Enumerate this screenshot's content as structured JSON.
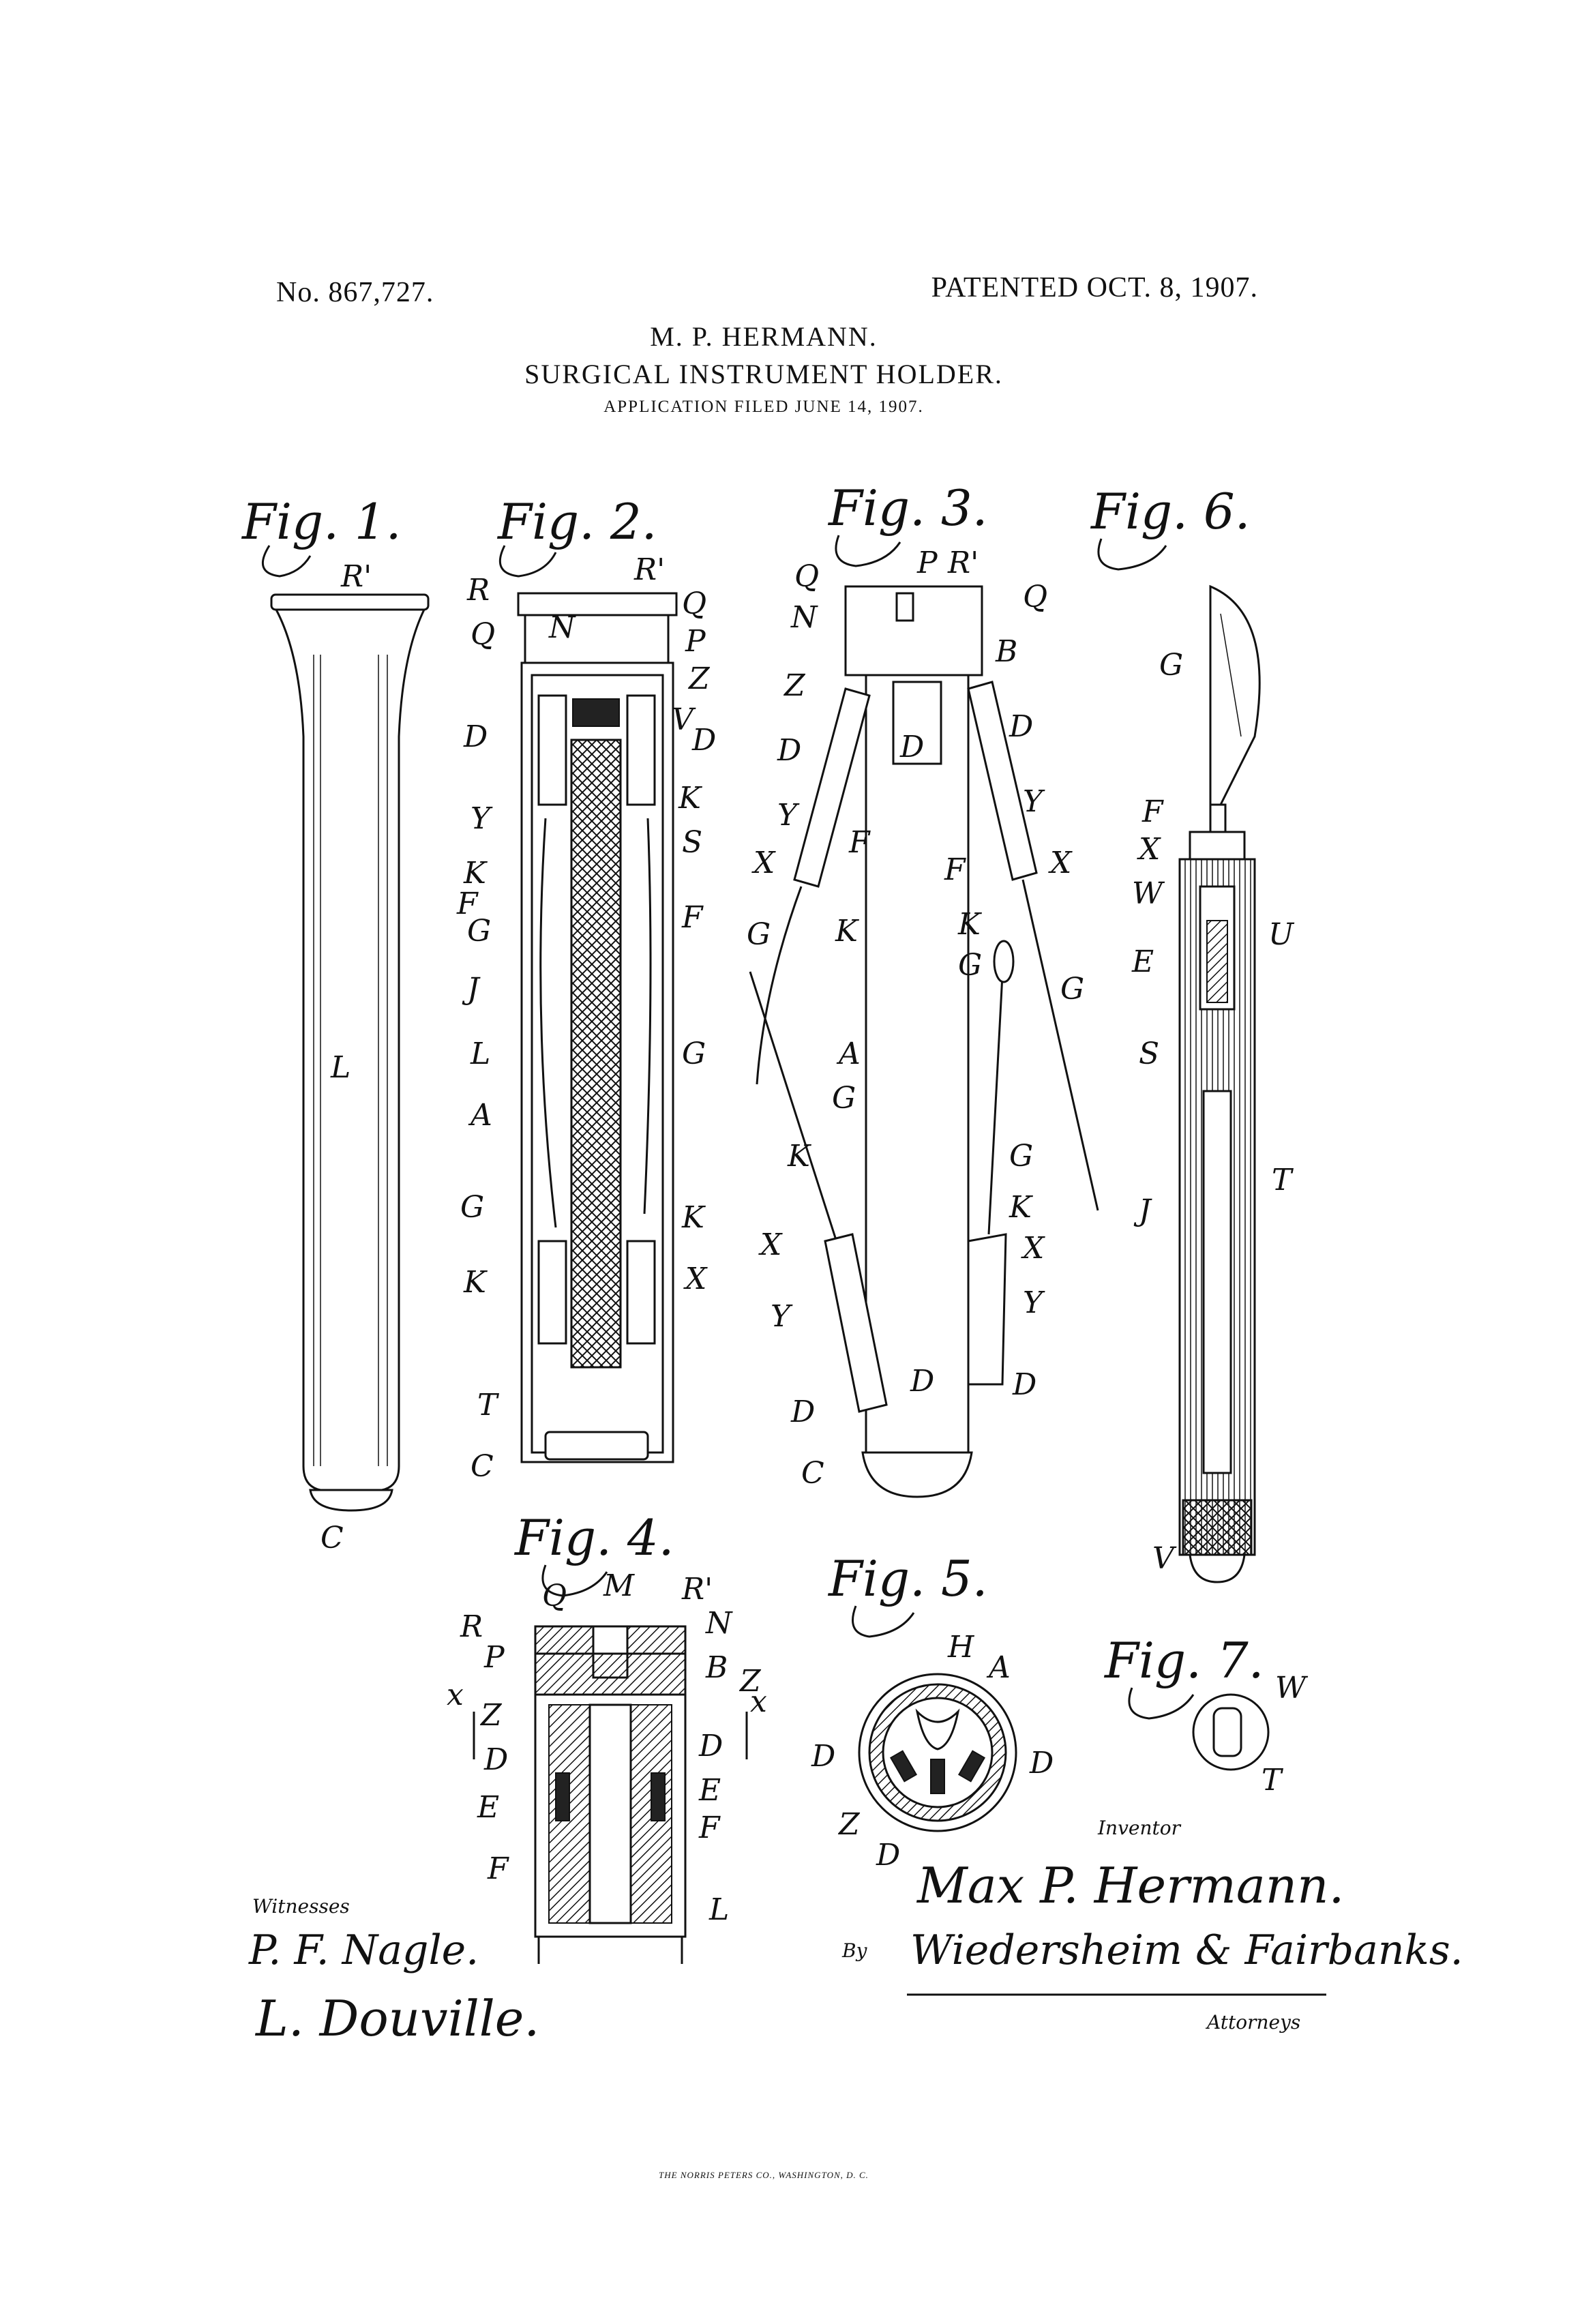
{
  "header": {
    "patent_number": "No. 867,727.",
    "patent_date": "PATENTED OCT. 8, 1907.",
    "inventor": "M. P. HERMANN.",
    "title": "SURGICAL INSTRUMENT HOLDER.",
    "filed": "APPLICATION FILED JUNE 14, 1907."
  },
  "figures": {
    "fig1": {
      "title": "Fig. 1.",
      "labels": {
        "R1": "R'",
        "L": "L",
        "C": "C"
      }
    },
    "fig2": {
      "title": "Fig. 2.",
      "labels": {
        "R1": "R'",
        "R": "R",
        "Q1": "Q",
        "Q2": "Q",
        "N": "N",
        "P": "P",
        "Z": "Z",
        "V": "V",
        "D1": "D",
        "D2": "D",
        "Y": "Y",
        "K1": "K",
        "K2": "K",
        "S": "S",
        "F1": "F",
        "F2": "F",
        "G1": "G",
        "G2": "G",
        "G3": "G",
        "J": "J",
        "L": "L",
        "A": "A",
        "K3": "K",
        "K4": "K",
        "X": "X",
        "T": "T",
        "C": "C"
      }
    },
    "fig3": {
      "title": "Fig. 3.",
      "labels": {
        "Q1": "Q",
        "P": "P",
        "R1": "R'",
        "N": "N",
        "Q2": "Q",
        "B": "B",
        "Z": "Z",
        "D1": "D",
        "D2": "D",
        "D3": "D",
        "Y1": "Y",
        "Y2": "Y",
        "X1": "X",
        "X2": "X",
        "F1": "F",
        "F2": "F",
        "G1": "G",
        "K1": "K",
        "K2": "K",
        "G2": "G",
        "G3": "G",
        "A": "A",
        "G4": "G",
        "K3": "K",
        "G5": "G",
        "K4": "K",
        "X3": "X",
        "X4": "X",
        "Y3": "Y",
        "Y4": "Y",
        "D4": "D",
        "D5": "D",
        "D6": "D",
        "C": "C"
      }
    },
    "fig4": {
      "title": "Fig. 4.",
      "labels": {
        "Q": "Q",
        "M": "M",
        "R1": "R'",
        "R": "R",
        "N": "N",
        "P": "P",
        "B": "B",
        "Z1": "Z",
        "x1": "x",
        "Z2": "Z",
        "x2": "x",
        "D1": "D",
        "D2": "D",
        "E1": "E",
        "E2": "E",
        "F1": "F",
        "F2": "F",
        "L": "L"
      }
    },
    "fig5": {
      "title": "Fig. 5.",
      "labels": {
        "H": "H",
        "A": "A",
        "D1": "D",
        "D2": "D",
        "Z": "Z",
        "D3": "D"
      }
    },
    "fig6": {
      "title": "Fig. 6.",
      "labels": {
        "G": "G",
        "F": "F",
        "X": "X",
        "W": "W",
        "U": "U",
        "E": "E",
        "S": "S",
        "J": "J",
        "T": "T",
        "V": "V"
      }
    },
    "fig7": {
      "title": "Fig. 7.",
      "labels": {
        "W": "W",
        "T": "T"
      }
    }
  },
  "signatures": {
    "witnesses_caption": "Witnesses",
    "witness1": "P. F. Nagle.",
    "witness2": "L. Douville.",
    "inventor_caption": "Inventor",
    "inventor_signature": "Max P. Hermann.",
    "by": "By",
    "attorneys_signature": "Wiedersheim & Fairbanks.",
    "attorneys_caption": "Attorneys"
  },
  "footer": {
    "printer": "THE NORRIS PETERS CO., WASHINGTON, D. C."
  }
}
